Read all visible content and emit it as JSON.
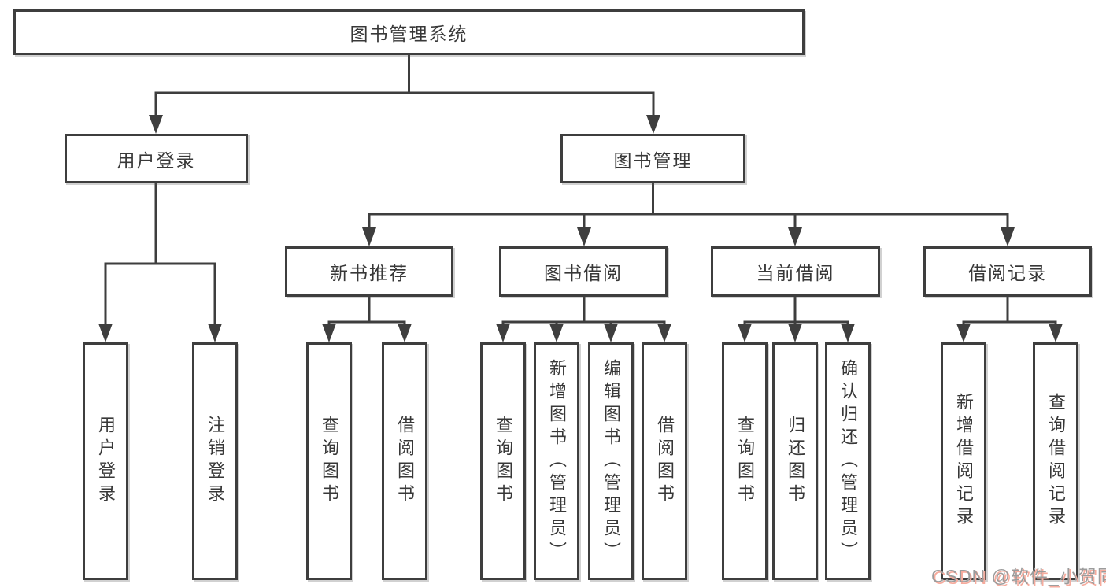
{
  "tree": {
    "root": {
      "label": "图书管理系统",
      "children": [
        {
          "label": "用户登录",
          "children": [
            {
              "label": "用户登录"
            },
            {
              "label": "注销登录"
            }
          ]
        },
        {
          "label": "图书管理",
          "children": [
            {
              "label": "新书推荐",
              "children": [
                {
                  "label": "查询图书"
                },
                {
                  "label": "借阅图书"
                }
              ]
            },
            {
              "label": "图书借阅",
              "children": [
                {
                  "label": "查询图书"
                },
                {
                  "label": "新增图书（管理员）"
                },
                {
                  "label": "编辑图书（管理员）"
                },
                {
                  "label": "借阅图书"
                }
              ]
            },
            {
              "label": "当前借阅",
              "children": [
                {
                  "label": "查询图书"
                },
                {
                  "label": "归还图书"
                },
                {
                  "label": "确认归还（管理员）"
                }
              ]
            },
            {
              "label": "借阅记录",
              "children": [
                {
                  "label": "新增借阅记录"
                },
                {
                  "label": "查询借阅记录"
                }
              ]
            }
          ]
        }
      ]
    }
  },
  "watermark": {
    "text": "CSDN @软件_小贺同学"
  },
  "colors": {
    "line": "#3e3e3e",
    "text": "#383838",
    "background": "#ffffff",
    "watermark_gray": "#9c9c9c",
    "watermark_red": "#f6ab9d"
  }
}
